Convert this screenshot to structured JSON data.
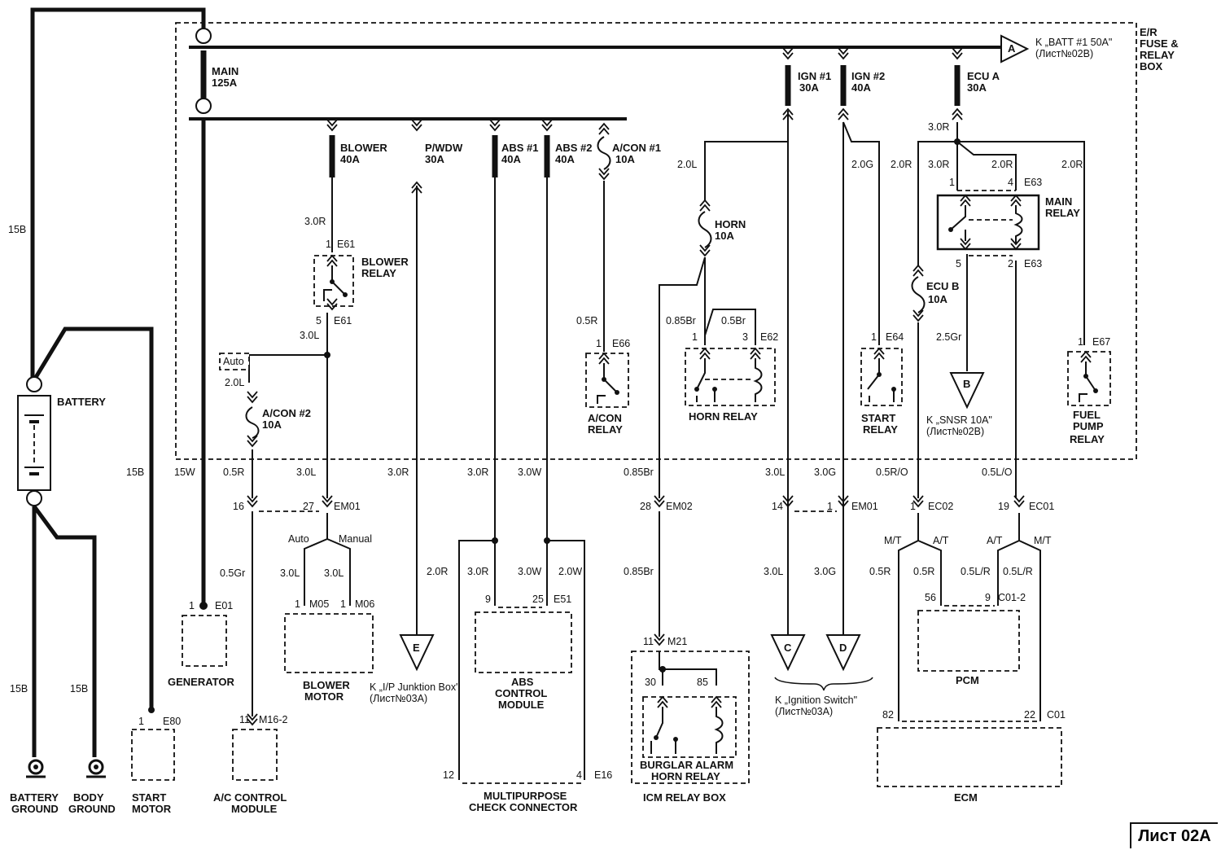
{
  "fuse_box": {
    "title_1": "E/R",
    "title_2": "FUSE &",
    "title_3": "RELAY",
    "title_4": "BOX"
  },
  "fuses": {
    "main": [
      "MAIN",
      "125A"
    ],
    "blower": [
      "BLOWER",
      "40A"
    ],
    "pwdw": [
      "P/WDW",
      "30A"
    ],
    "abs1": [
      "ABS #1",
      "40A"
    ],
    "abs2": [
      "ABS #2",
      "40A"
    ],
    "acon1": [
      "A/CON #1",
      "10A"
    ],
    "ign1": [
      "IGN #1",
      "30A"
    ],
    "ign2": [
      "IGN #2",
      "40A"
    ],
    "ecua": [
      "ECU A",
      "30A"
    ],
    "horn": [
      "HORN",
      "10A"
    ],
    "ecub": [
      "ECU B",
      "10A"
    ],
    "acon2": [
      "A/CON #2",
      "10A"
    ]
  },
  "relays": {
    "blower": [
      "BLOWER",
      "RELAY"
    ],
    "acon": [
      "A/CON",
      "RELAY"
    ],
    "horn": "HORN RELAY",
    "start": [
      "START",
      "RELAY"
    ],
    "main": [
      "MAIN",
      "RELAY"
    ],
    "fuel": [
      "FUEL",
      "PUMP",
      "RELAY"
    ]
  },
  "connectors": {
    "a": "A",
    "b": "B",
    "c": "C",
    "d": "D",
    "e": "E"
  },
  "references": {
    "a": [
      "K „BATT #1 50A\"",
      "(Лист№02B)"
    ],
    "b": [
      "K „SNSR 10A\"",
      "(Лист№02B)"
    ],
    "e": [
      "K „I/P Junktion Box\"",
      "(Лист№03A)"
    ],
    "cd": [
      "K „Ignition Switch\"",
      "(Лист№03A)"
    ]
  },
  "components": {
    "battery": "BATTERY",
    "battery_ground": [
      "BATTERY",
      "GROUND"
    ],
    "body_ground": [
      "BODY",
      "GROUND"
    ],
    "start_motor": [
      "START",
      "MOTOR"
    ],
    "generator": "GENERATOR",
    "ac_module": [
      "A/C CONTROL",
      "MODULE"
    ],
    "blower_motor": [
      "BLOWER",
      "MOTOR"
    ],
    "abs_module": [
      "ABS",
      "CONTROL",
      "MODULE"
    ],
    "mpcc": [
      "MULTIPURPOSE",
      "CHECK CONNECTOR"
    ],
    "burglar": [
      "BURGLAR ALARM",
      "HORN RELAY"
    ],
    "icm": "ICM RELAY BOX",
    "pcm": "PCM",
    "ecm": "ECM",
    "auto_box": "Auto"
  },
  "wires": {
    "w15b_top": "15B",
    "w15b_mid": "15B",
    "w15b_bg": "15B",
    "w15b_body": "15B",
    "w15w": "15W",
    "blower_30r": "3.0R",
    "blower_30l": "3.0L",
    "acon_20l": "2.0L",
    "acon_05r": "0.5R",
    "em_30l": "3.0L",
    "pwdw_30r": "3.0R",
    "abs1_30r": "3.0R",
    "abs2_30w": "3.0W",
    "horn_085br": "0.85Br",
    "ign1_30l": "3.0L",
    "ign2_30g": "3.0G",
    "ecub_05ro": "0.5R/O",
    "main_05lo": "0.5L/O",
    "gen_05gr": "0.5Gr",
    "mot_30l_a": "3.0L",
    "mot_30l_b": "3.0L",
    "e_20r": "2.0R",
    "abs_30r": "3.0R",
    "abs_30w": "3.0W",
    "abs_20w": "2.0W",
    "icm_085br": "0.85Br",
    "c_30l": "3.0L",
    "d_30g": "3.0G",
    "pcm_05r_a": "0.5R",
    "pcm_05r_b": "0.5R",
    "pcm_05lr_a": "0.5L/R",
    "pcm_05lr_b": "0.5L/R",
    "horn_20l": "2.0L",
    "horn_085br_top": "0.85Br",
    "horn_05br": "0.5Br",
    "acon_05r_top": "0.5R",
    "start_20g": "2.0G",
    "ecua_20r": "2.0R",
    "ecua_30r": "3.0R",
    "main_30r": "3.0R",
    "main_20r": "2.0R",
    "fuel_20r": "2.0R",
    "snsr_25gr": "2.5Gr",
    "auto_lbl": "Auto",
    "manual_lbl": "Manual",
    "mt_1": "M/T",
    "at_1": "A/T",
    "at_2": "A/T",
    "mt_2": "M/T"
  },
  "pins": {
    "e61_1": [
      "1",
      "E61"
    ],
    "e61_5": [
      "5",
      "E61"
    ],
    "e66": [
      "1",
      "E66"
    ],
    "e62_1": "1",
    "e62_3": [
      "3",
      "E62"
    ],
    "e64": [
      "1",
      "E64"
    ],
    "e63_1": "1",
    "e63_4": [
      "4",
      "E63"
    ],
    "e63_5": "5",
    "e63_2": [
      "2",
      "E63"
    ],
    "e67": [
      "1",
      "E67"
    ],
    "em01_16": "16",
    "em01_27": [
      "27",
      "EM01"
    ],
    "em02": [
      "28",
      "EM02"
    ],
    "em01b_14": "14",
    "em01b_1": [
      "1",
      "EM01"
    ],
    "ec02": [
      "1",
      "EC02"
    ],
    "ec01": [
      "19",
      "EC01"
    ],
    "e01": [
      "1",
      "E01"
    ],
    "m05": [
      "1",
      "M05"
    ],
    "m06": [
      "1",
      "M06"
    ],
    "e51_9": "9",
    "e51_25": [
      "25",
      "E51"
    ],
    "m21": [
      "11",
      "M21"
    ],
    "burg_30": "30",
    "burg_85": "85",
    "c01_56": "56",
    "c01_9": [
      "9",
      "C01-2"
    ],
    "e80": [
      "1",
      "E80"
    ],
    "m16": [
      "11",
      "M16-2"
    ],
    "e16_12": "12",
    "e16_4": [
      "4",
      "E16"
    ],
    "c01_82": "82",
    "c01_22": [
      "22",
      "C01"
    ]
  },
  "sheet": "Лист 02A",
  "icons": [
    "ground-symbol-icon",
    "battery-symbol-icon",
    "fuse-symbol-icon",
    "relay-switch-icon",
    "relay-coil-icon",
    "connector-triangle-icon"
  ]
}
